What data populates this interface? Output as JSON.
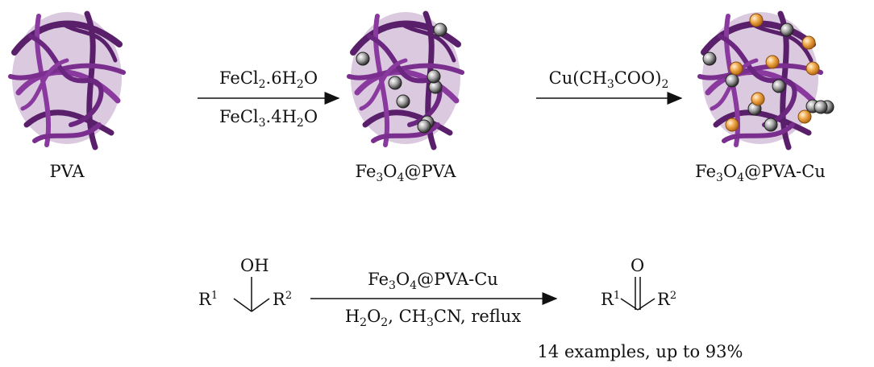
{
  "colors": {
    "ribbon_dark": "#5a1f6b",
    "ribbon_light": "#8a3a9e",
    "fe_particle": "#8c8c8c",
    "cu_particle": "#e69a3c",
    "ink": "#111111"
  },
  "labels": {
    "pva": "PVA",
    "fe3o4_pva": {
      "a": "Fe",
      "s1": "3",
      "b": "O",
      "s2": "4",
      "c": "@PVA"
    },
    "fe3o4_pva_cu": {
      "a": "Fe",
      "s1": "3",
      "b": "O",
      "s2": "4",
      "c": "@PVA-Cu"
    }
  },
  "step1": {
    "reagent_top": {
      "a": "FeCl",
      "s1": "2",
      "b": ".6H",
      "s2": "2",
      "c": "O"
    },
    "reagent_bottom": {
      "a": "FeCl",
      "s1": "3",
      "b": ".4H",
      "s2": "2",
      "c": "O"
    }
  },
  "step2": {
    "reagent_top": {
      "a": "Cu(CH",
      "s1": "3",
      "b": "COO)",
      "s2": "2"
    }
  },
  "reaction": {
    "reactant": {
      "oh": "OH",
      "r1": "R",
      "r1_sup": "1",
      "r2": "R",
      "r2_sup": "2"
    },
    "catalyst": {
      "a": "Fe",
      "s1": "3",
      "b": "O",
      "s2": "4",
      "c": "@PVA-Cu"
    },
    "conditions": {
      "a": "H",
      "s1": "2",
      "b": "O",
      "s2": "2",
      "c": ", CH",
      "s3": "3",
      "d": "CN, reflux"
    },
    "product": {
      "o": "O",
      "r1": "R",
      "r1_sup": "1",
      "r2": "R",
      "r2_sup": "2"
    },
    "result": "14 examples, up to 93%"
  }
}
